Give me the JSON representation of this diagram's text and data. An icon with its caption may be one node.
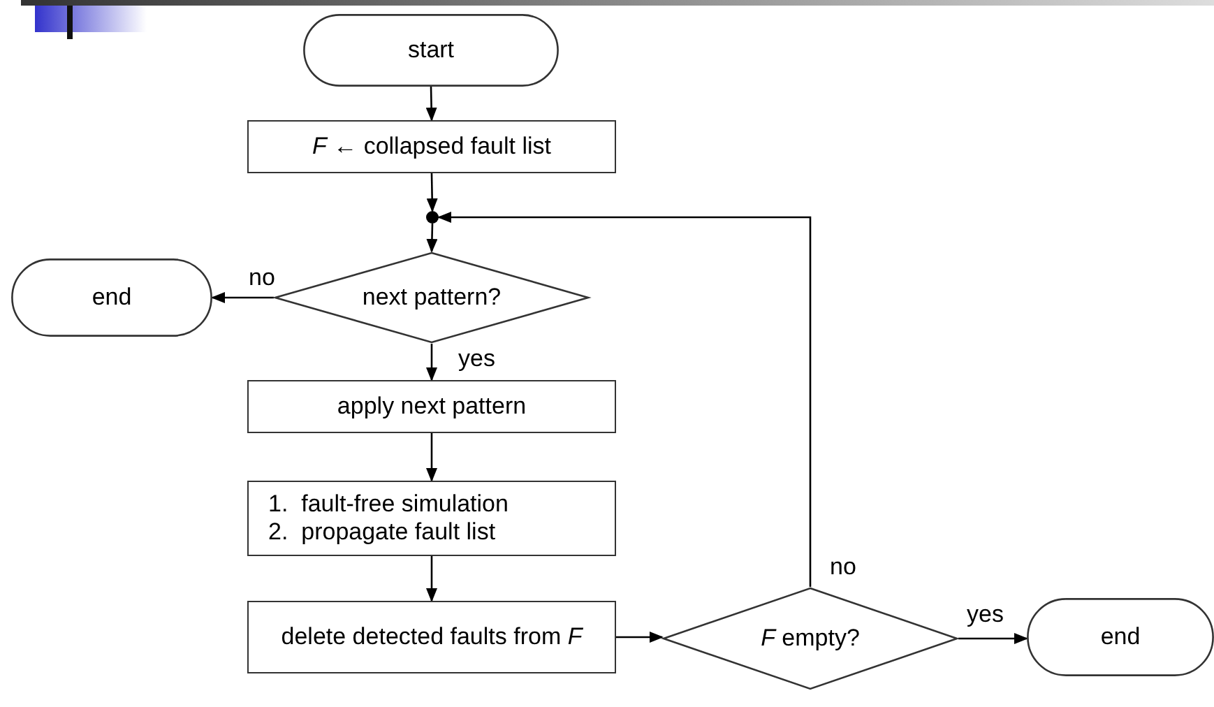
{
  "diagram": {
    "nodes": [
      {
        "text": [
          "start"
        ]
      },
      {
        "text": [
          "*F* ← collapsed fault list"
        ]
      },
      {
        "text": [],
        "shape": "circle"
      },
      {
        "text": [
          "next pattern?"
        ]
      },
      {
        "text": [
          "end"
        ]
      },
      {
        "text": [
          "apply next pattern"
        ]
      },
      {
        "text": [
          "1.  fault-free simulation",
          "2.  propagate fault list"
        ]
      },
      {
        "text": [
          "delete detected faults from *F*"
        ]
      },
      {
        "text": [
          "*F* empty?"
        ]
      },
      {
        "text": [
          "end"
        ]
      }
    ],
    "edges": [
      {
        "from": 0,
        "to": 1,
        "arrow": "to"
      },
      {
        "from": 1,
        "to": 2,
        "arrow": "to"
      },
      {
        "from": 2,
        "to": 3,
        "arrow": "to"
      },
      {
        "from": 3,
        "to": 4,
        "arrow": "to",
        "label": "no"
      },
      {
        "from": 3,
        "to": 5,
        "arrow": "to",
        "label": "yes"
      },
      {
        "from": 5,
        "to": 6,
        "arrow": "to"
      },
      {
        "from": 6,
        "to": 7,
        "arrow": "to"
      },
      {
        "from": 7,
        "to": 8,
        "arrow": "to"
      },
      {
        "from": 8,
        "to": 9,
        "arrow": "to",
        "label": "yes"
      },
      {
        "from": 8,
        "to": 2,
        "arrow": "to",
        "label": "no"
      }
    ]
  }
}
